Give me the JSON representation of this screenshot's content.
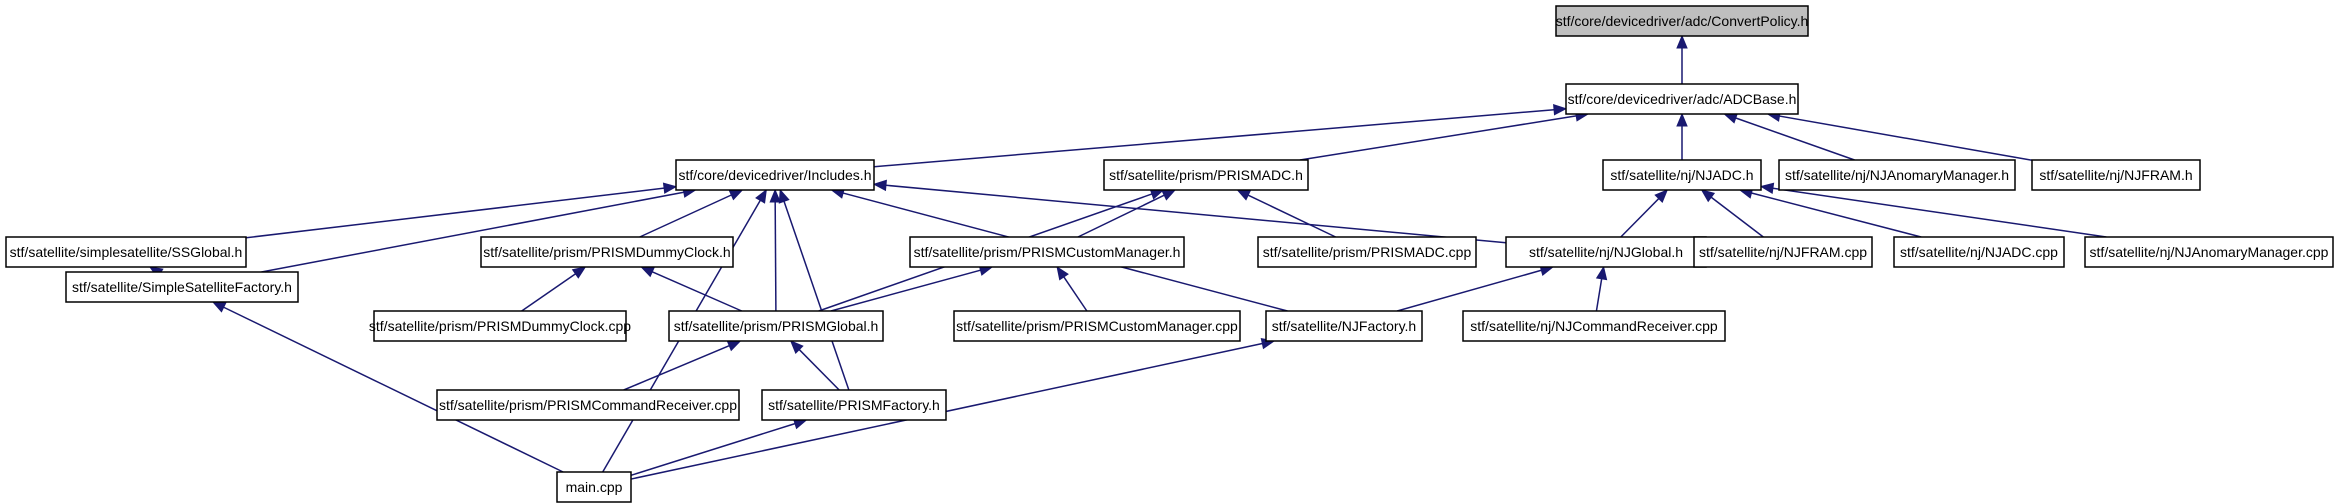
{
  "graph": {
    "nodes": [
      {
        "id": "convertpolicy",
        "label": "stf/core/devicedriver/adc/ConvertPolicy.h",
        "root": true
      },
      {
        "id": "adcbase",
        "label": "stf/core/devicedriver/adc/ADCBase.h"
      },
      {
        "id": "includes",
        "label": "stf/core/devicedriver/Includes.h"
      },
      {
        "id": "prismadc_h",
        "label": "stf/satellite/prism/PRISMADC.h"
      },
      {
        "id": "njadc_h",
        "label": "stf/satellite/nj/NJADC.h"
      },
      {
        "id": "njanomary_h",
        "label": "stf/satellite/nj/NJAnomaryManager.h"
      },
      {
        "id": "njfram_h",
        "label": "stf/satellite/nj/NJFRAM.h"
      },
      {
        "id": "ssglobal",
        "label": "stf/satellite/simplesatellite/SSGlobal.h"
      },
      {
        "id": "prismdummyclock_h",
        "label": "stf/satellite/prism/PRISMDummyClock.h"
      },
      {
        "id": "prismcustom_h",
        "label": "stf/satellite/prism/PRISMCustomManager.h"
      },
      {
        "id": "prismadc_cpp",
        "label": "stf/satellite/prism/PRISMADC.cpp"
      },
      {
        "id": "njglobal",
        "label": "stf/satellite/nj/NJGlobal.h"
      },
      {
        "id": "njfram_cpp",
        "label": "stf/satellite/nj/NJFRAM.cpp"
      },
      {
        "id": "njadc_cpp",
        "label": "stf/satellite/nj/NJADC.cpp"
      },
      {
        "id": "njanomary_cpp",
        "label": "stf/satellite/nj/NJAnomaryManager.cpp"
      },
      {
        "id": "simplesatfactory",
        "label": "stf/satellite/SimpleSatelliteFactory.h"
      },
      {
        "id": "prismdummyclock_cpp",
        "label": "stf/satellite/prism/PRISMDummyClock.cpp"
      },
      {
        "id": "prismglobal",
        "label": "stf/satellite/prism/PRISMGlobal.h"
      },
      {
        "id": "prismcustom_cpp",
        "label": "stf/satellite/prism/PRISMCustomManager.cpp"
      },
      {
        "id": "njfactory",
        "label": "stf/satellite/NJFactory.h"
      },
      {
        "id": "njcmdrecv",
        "label": "stf/satellite/nj/NJCommandReceiver.cpp"
      },
      {
        "id": "prismcmdrecv",
        "label": "stf/satellite/prism/PRISMCommandReceiver.cpp"
      },
      {
        "id": "prismfactory",
        "label": "stf/satellite/PRISMFactory.h"
      },
      {
        "id": "main",
        "label": "main.cpp"
      }
    ],
    "edges": [
      {
        "from": "adcbase",
        "to": "convertpolicy"
      },
      {
        "from": "includes",
        "to": "adcbase"
      },
      {
        "from": "prismadc_h",
        "to": "adcbase"
      },
      {
        "from": "njadc_h",
        "to": "adcbase"
      },
      {
        "from": "njanomary_h",
        "to": "adcbase"
      },
      {
        "from": "njfram_h",
        "to": "adcbase"
      },
      {
        "from": "ssglobal",
        "to": "includes"
      },
      {
        "from": "prismdummyclock_h",
        "to": "includes"
      },
      {
        "from": "prismglobal",
        "to": "includes"
      },
      {
        "from": "simplesatfactory",
        "to": "includes"
      },
      {
        "from": "main",
        "to": "includes"
      },
      {
        "from": "prismfactory",
        "to": "includes"
      },
      {
        "from": "njglobal",
        "to": "includes"
      },
      {
        "from": "njfactory",
        "to": "includes"
      },
      {
        "from": "prismcustom_h",
        "to": "prismadc_h"
      },
      {
        "from": "prismadc_cpp",
        "to": "prismadc_h"
      },
      {
        "from": "prismglobal",
        "to": "prismadc_h"
      },
      {
        "from": "njglobal",
        "to": "njadc_h"
      },
      {
        "from": "njfram_cpp",
        "to": "njadc_h"
      },
      {
        "from": "njadc_cpp",
        "to": "njadc_h"
      },
      {
        "from": "njanomary_cpp",
        "to": "njadc_h"
      },
      {
        "from": "simplesatfactory",
        "to": "ssglobal"
      },
      {
        "from": "prismdummyclock_cpp",
        "to": "prismdummyclock_h"
      },
      {
        "from": "prismglobal",
        "to": "prismdummyclock_h"
      },
      {
        "from": "prismglobal",
        "to": "prismcustom_h"
      },
      {
        "from": "prismcustom_cpp",
        "to": "prismcustom_h"
      },
      {
        "from": "njfactory",
        "to": "njglobal"
      },
      {
        "from": "njcmdrecv",
        "to": "njglobal"
      },
      {
        "from": "main",
        "to": "simplesatfactory"
      },
      {
        "from": "prismcmdrecv",
        "to": "prismglobal"
      },
      {
        "from": "prismfactory",
        "to": "prismglobal"
      },
      {
        "from": "main",
        "to": "njfactory"
      },
      {
        "from": "main",
        "to": "prismfactory"
      }
    ]
  },
  "colors": {
    "edge": "#191970",
    "root_fill": "#bfbfbf",
    "node_fill": "#ffffff",
    "node_stroke": "#000000"
  }
}
